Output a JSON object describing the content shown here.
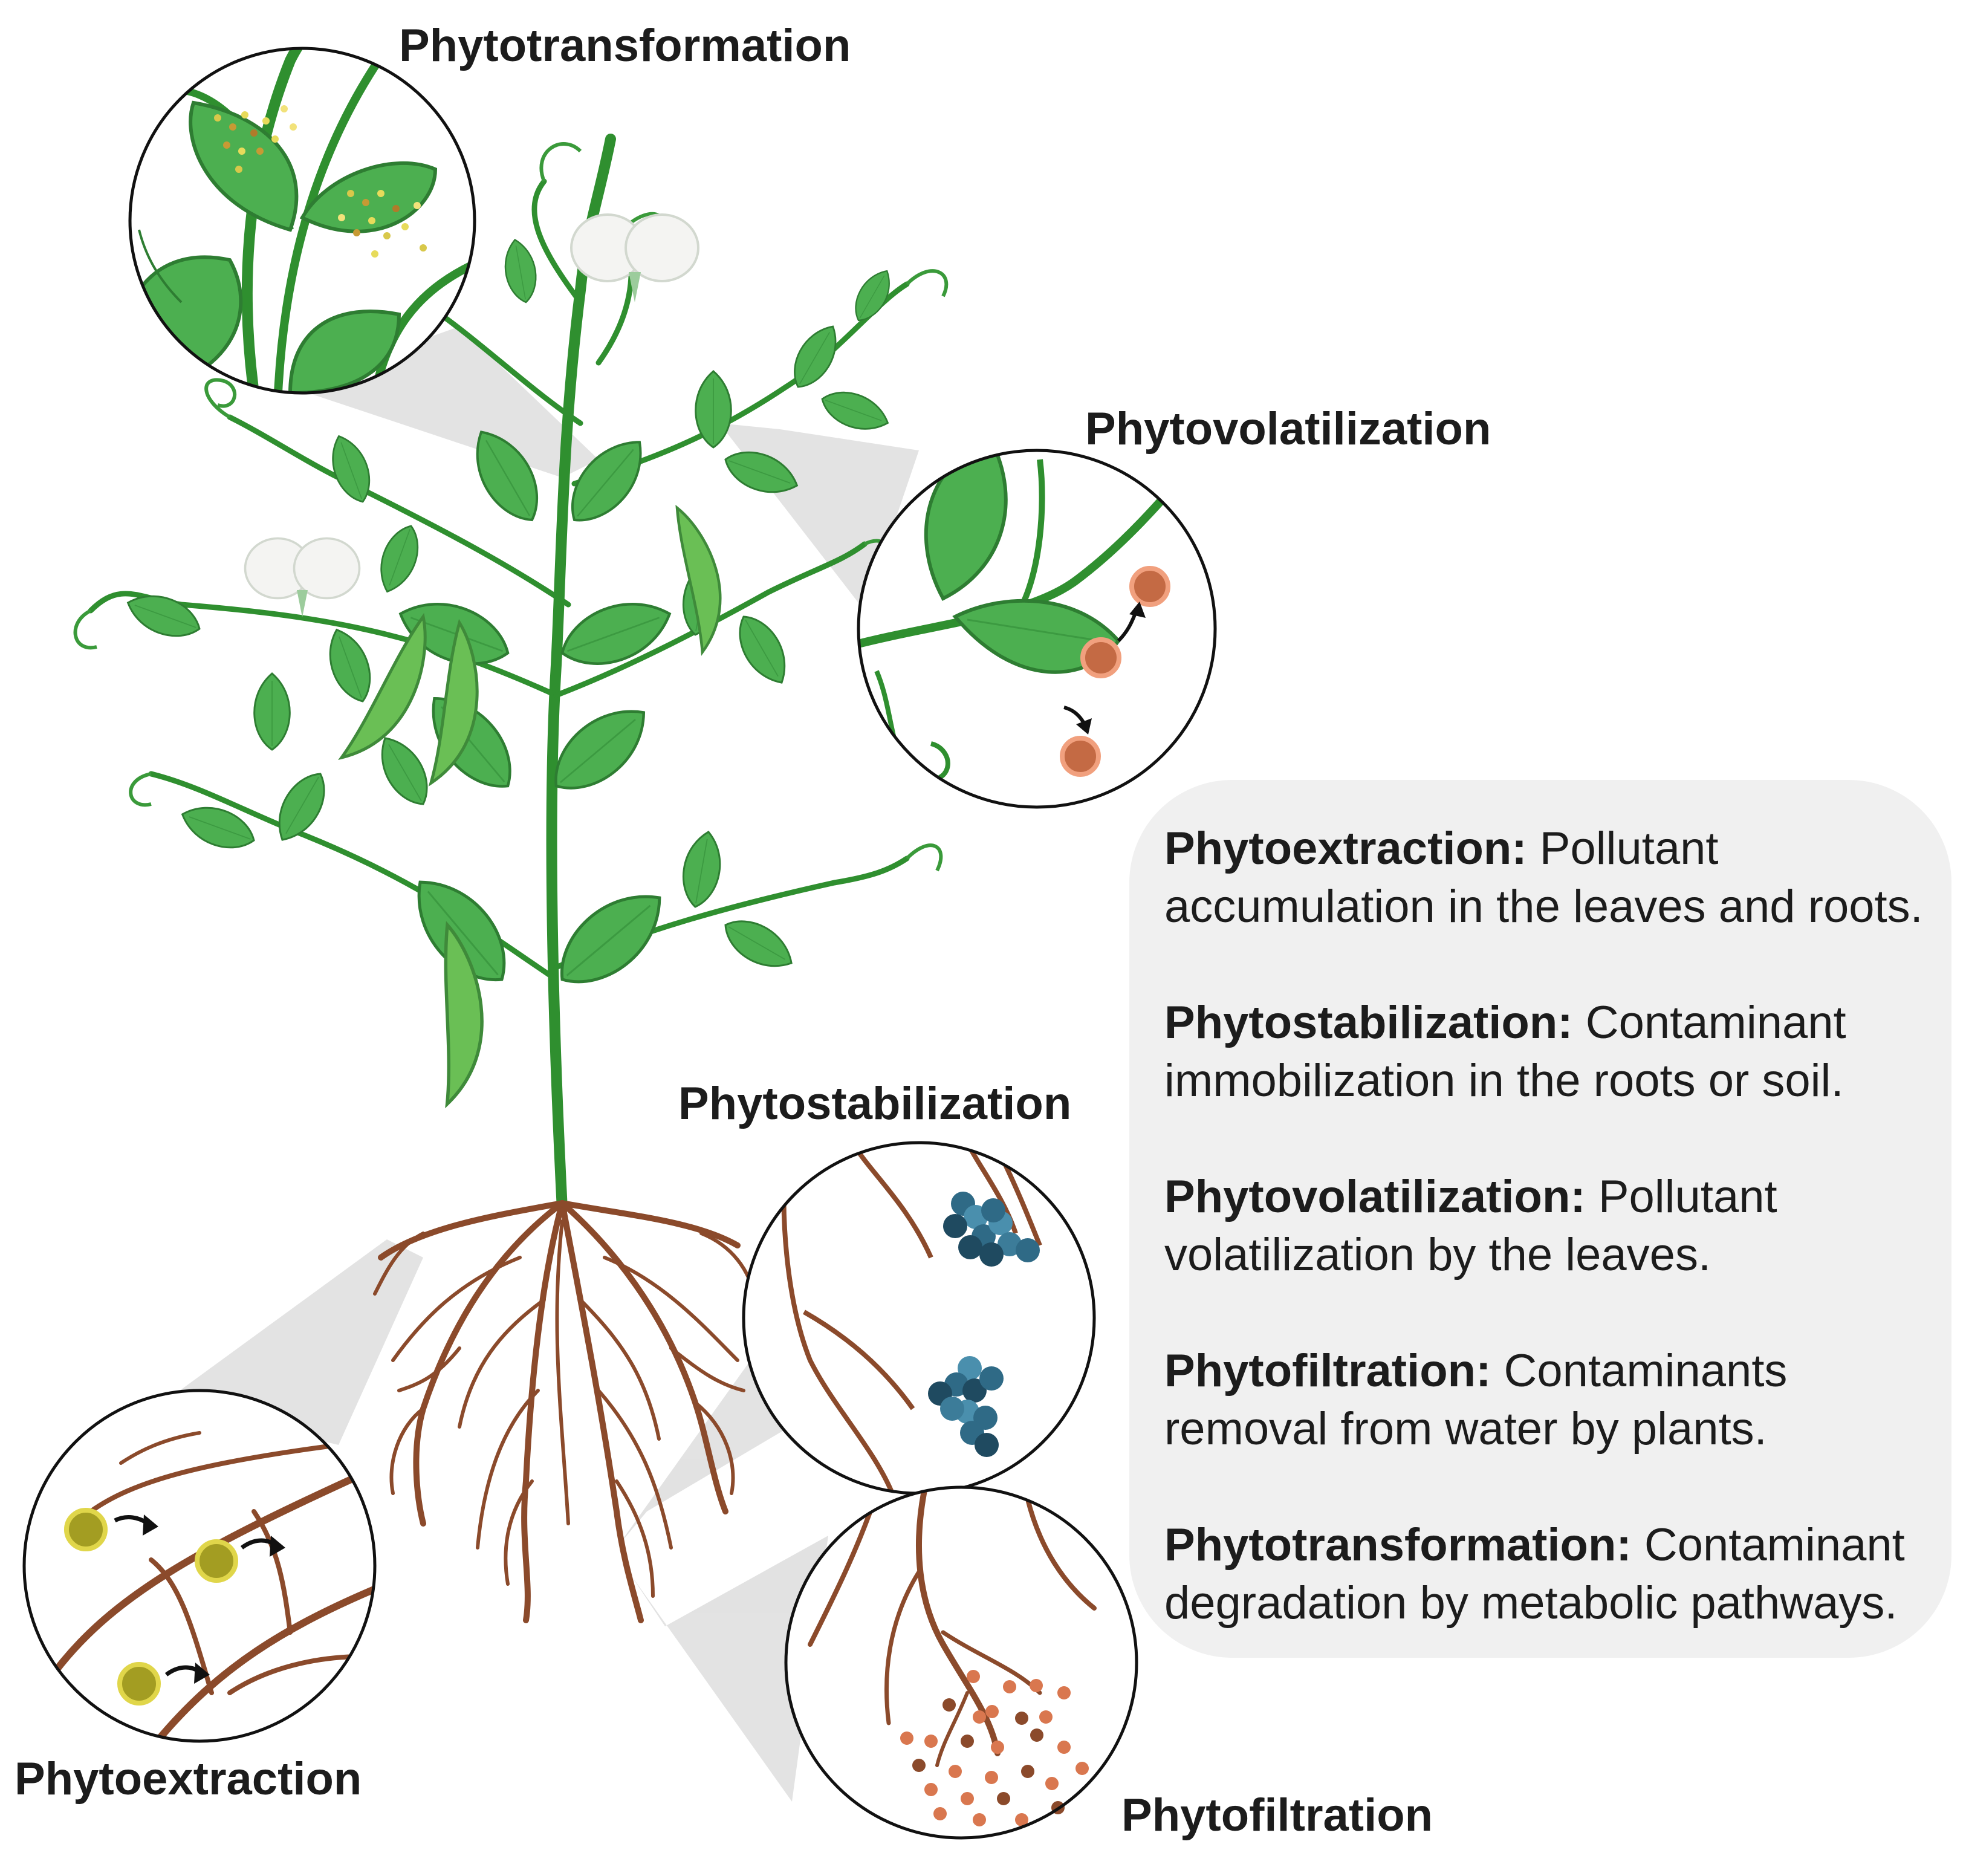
{
  "labels": {
    "phytotransformation": "Phytotransformation",
    "phytovolatilization": "Phytovolatilization",
    "phytostabilization": "Phytostabilization",
    "phytoextraction": "Phytoextraction",
    "phytofiltration": "Phytofiltration"
  },
  "legend": [
    {
      "term": "Phytoextraction:",
      "desc": "Pollutant",
      "desc2": "accumulation in the leaves and roots."
    },
    {
      "term": "Phytostabilization:",
      "desc": "Contaminant",
      "desc2": "immobilization in the roots or soil."
    },
    {
      "term": "Phytovolatilization:",
      "desc": "Pollutant",
      "desc2": "volatilization by the leaves."
    },
    {
      "term": "Phytofiltration:",
      "desc": "Contaminants",
      "desc2": "removal from water by plants."
    },
    {
      "term": "Phytotransformation:",
      "desc": "Contaminant",
      "desc2": "degradation by metabolic pathways."
    }
  ],
  "colors": {
    "stem": "#2f8f2f",
    "leaf": "#4caf50",
    "leaf_dark": "#2e7d32",
    "root": "#8b4a2b",
    "pollutant_yellow": "#c9bf2a",
    "pollutant_orange": "#d9774f",
    "pollutant_blue": "#2f6a86",
    "panel": "#f0f0f0"
  }
}
